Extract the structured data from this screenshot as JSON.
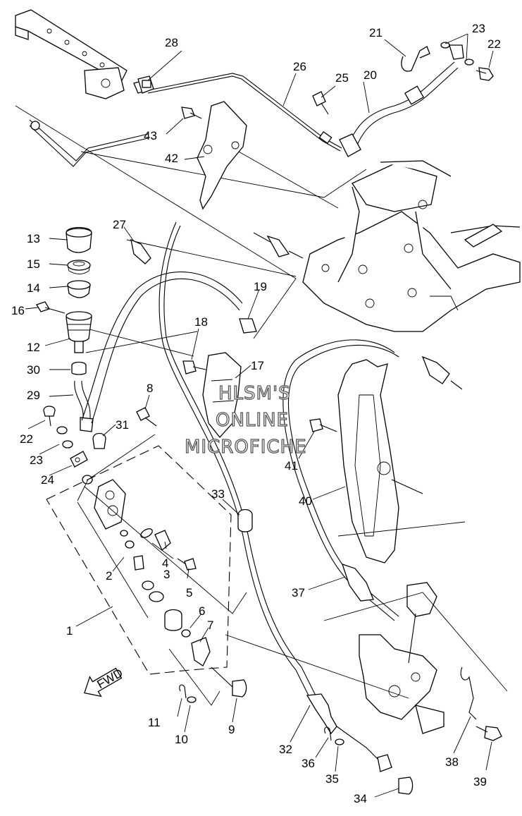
{
  "callouts": [
    {
      "id": "c1",
      "text": "1"
    },
    {
      "id": "c2",
      "text": "2"
    },
    {
      "id": "c3",
      "text": "3"
    },
    {
      "id": "c4",
      "text": "4"
    },
    {
      "id": "c5",
      "text": "5"
    },
    {
      "id": "c6",
      "text": "6"
    },
    {
      "id": "c7",
      "text": "7"
    },
    {
      "id": "c8",
      "text": "8"
    },
    {
      "id": "c9",
      "text": "9"
    },
    {
      "id": "c10",
      "text": "10"
    },
    {
      "id": "c11",
      "text": "11"
    },
    {
      "id": "c12",
      "text": "12"
    },
    {
      "id": "c13",
      "text": "13"
    },
    {
      "id": "c14",
      "text": "14"
    },
    {
      "id": "c15",
      "text": "15"
    },
    {
      "id": "c16",
      "text": "16"
    },
    {
      "id": "c17",
      "text": "17"
    },
    {
      "id": "c18",
      "text": "18"
    },
    {
      "id": "c19",
      "text": "19"
    },
    {
      "id": "c20",
      "text": "20"
    },
    {
      "id": "c21",
      "text": "21"
    },
    {
      "id": "c22a",
      "text": "22"
    },
    {
      "id": "c22b",
      "text": "22"
    },
    {
      "id": "c23a",
      "text": "23"
    },
    {
      "id": "c23b",
      "text": "23"
    },
    {
      "id": "c24",
      "text": "24"
    },
    {
      "id": "c25",
      "text": "25"
    },
    {
      "id": "c26",
      "text": "26"
    },
    {
      "id": "c27",
      "text": "27"
    },
    {
      "id": "c28",
      "text": "28"
    },
    {
      "id": "c29",
      "text": "29"
    },
    {
      "id": "c30",
      "text": "30"
    },
    {
      "id": "c31",
      "text": "31"
    },
    {
      "id": "c32",
      "text": "32"
    },
    {
      "id": "c33",
      "text": "33"
    },
    {
      "id": "c34",
      "text": "34"
    },
    {
      "id": "c35",
      "text": "35"
    },
    {
      "id": "c36",
      "text": "36"
    },
    {
      "id": "c37",
      "text": "37"
    },
    {
      "id": "c38",
      "text": "38"
    },
    {
      "id": "c39",
      "text": "39"
    },
    {
      "id": "c40",
      "text": "40"
    },
    {
      "id": "c41",
      "text": "41"
    },
    {
      "id": "c42",
      "text": "42"
    },
    {
      "id": "c43",
      "text": "43"
    }
  ],
  "watermark": {
    "line1": "HLSM'S",
    "line2": "ONLINE",
    "line3": "MICROFICHE"
  },
  "fwd_label": "FWD"
}
